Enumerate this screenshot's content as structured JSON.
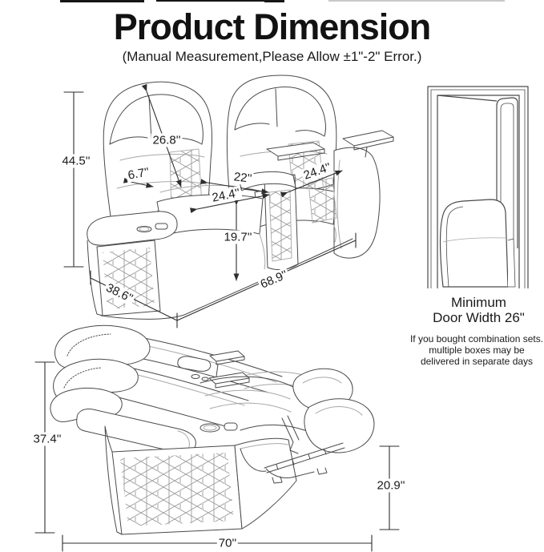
{
  "page": {
    "colors": {
      "line": "#4a4a4a",
      "dim_line": "#2e2e2e",
      "text": "#1a1a1a",
      "background": "#ffffff"
    }
  },
  "header": {
    "title": "Product Dimension",
    "subtitle": "(Manual Measurement,Please Allow ±1\"-2\" Error.)"
  },
  "front_view": {
    "dims": {
      "overall_height": "44.5''",
      "back_height": "26.8''",
      "armrest_width": "6.7''",
      "seat_width": "22''",
      "seat_depth_left": "24.4''",
      "seat_depth_right": "24.4''",
      "seat_height": "19.7''",
      "overall_width": "68.9''",
      "overall_depth": "38.6''"
    }
  },
  "reclined_view": {
    "dims": {
      "reclined_height": "37.4''",
      "footrest_height": "20.9''",
      "reclined_length": "70''"
    }
  },
  "door": {
    "caption_line1": "Minimum",
    "caption_line2": "Door Width 26\"",
    "notes": [
      "If you bought combination sets.",
      "multiple boxes may be",
      "delivered in separate days"
    ]
  }
}
